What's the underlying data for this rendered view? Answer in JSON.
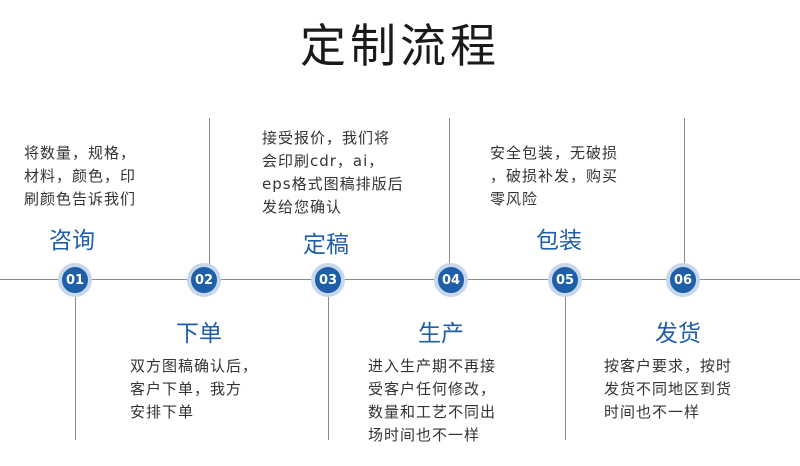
{
  "title": "定制流程",
  "steps": [
    {
      "num": "01",
      "label": "咨询",
      "desc": [
        "将数量，规格，",
        "材料，颜色，印",
        "刷颜色告诉我们"
      ]
    },
    {
      "num": "02",
      "label": "下单",
      "desc": [
        "双方图稿确认后，",
        "客户下单，我方",
        "安排下单"
      ]
    },
    {
      "num": "03",
      "label": "定稿",
      "desc": [
        "接受报价，我们将",
        "会印刷cdr，ai，",
        "eps格式图稿排版后",
        "发给您确认"
      ]
    },
    {
      "num": "04",
      "label": "生产",
      "desc": [
        "进入生产期不再接",
        "受客户任何修改，",
        "数量和工艺不同出",
        "场时间也不一样"
      ]
    },
    {
      "num": "05",
      "label": "包装",
      "desc": [
        "安全包装，无破损",
        "，破损补发，购买",
        "零风险"
      ]
    },
    {
      "num": "06",
      "label": "发货",
      "desc": [
        "按客户要求，按时",
        "发货不同地区到货",
        "时间也不一样"
      ]
    }
  ]
}
